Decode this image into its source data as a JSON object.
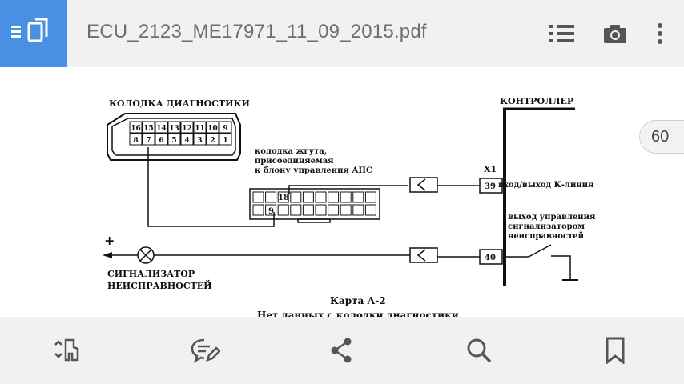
{
  "header": {
    "title": "ECU_2123_ME17971_11_09_2015.pdf",
    "icons": [
      "menu-pages-icon",
      "list-icon",
      "camera-icon",
      "more-vert-icon"
    ]
  },
  "page_indicator": "60",
  "diagram": {
    "diag_block_title": "КОЛОДКА ДИАГНОСТИКИ",
    "diag_pins_top": [
      "16",
      "15",
      "14",
      "13",
      "12",
      "11",
      "10",
      "9"
    ],
    "diag_pins_bottom": [
      "8",
      "7",
      "6",
      "5",
      "4",
      "3",
      "2",
      "1"
    ],
    "harness_label_1": "колодка жгута,",
    "harness_label_2": "присоединяемая",
    "harness_label_3": "к блоку управления АПС",
    "harness_pin_18": "18",
    "harness_pin_9": "9",
    "controller_title": "КОНТРОЛЛЕР",
    "connector_x1": "X1",
    "pin_39": "39",
    "pin_40": "40",
    "k_line_label": "вход/выход К-линия",
    "fault_out_1": "выход управления",
    "fault_out_2": "сигнализатором",
    "fault_out_3": "неисправностей",
    "plus_sign": "+",
    "lamp_label_1": "СИГНАЛИЗАТОР",
    "lamp_label_2": "НЕИСПРАВНОСТЕЙ",
    "map_title": "Карта А-2",
    "map_subtitle": "Нет данных с колодки диагностики"
  },
  "bottom_bar": {
    "icons": [
      "collapse-icon",
      "comment-edit-icon",
      "share-icon",
      "search-icon",
      "bookmark-icon"
    ]
  },
  "colors": {
    "accent": "#4a90e2",
    "bar": "#f1f1f1",
    "icon": "#555555"
  }
}
